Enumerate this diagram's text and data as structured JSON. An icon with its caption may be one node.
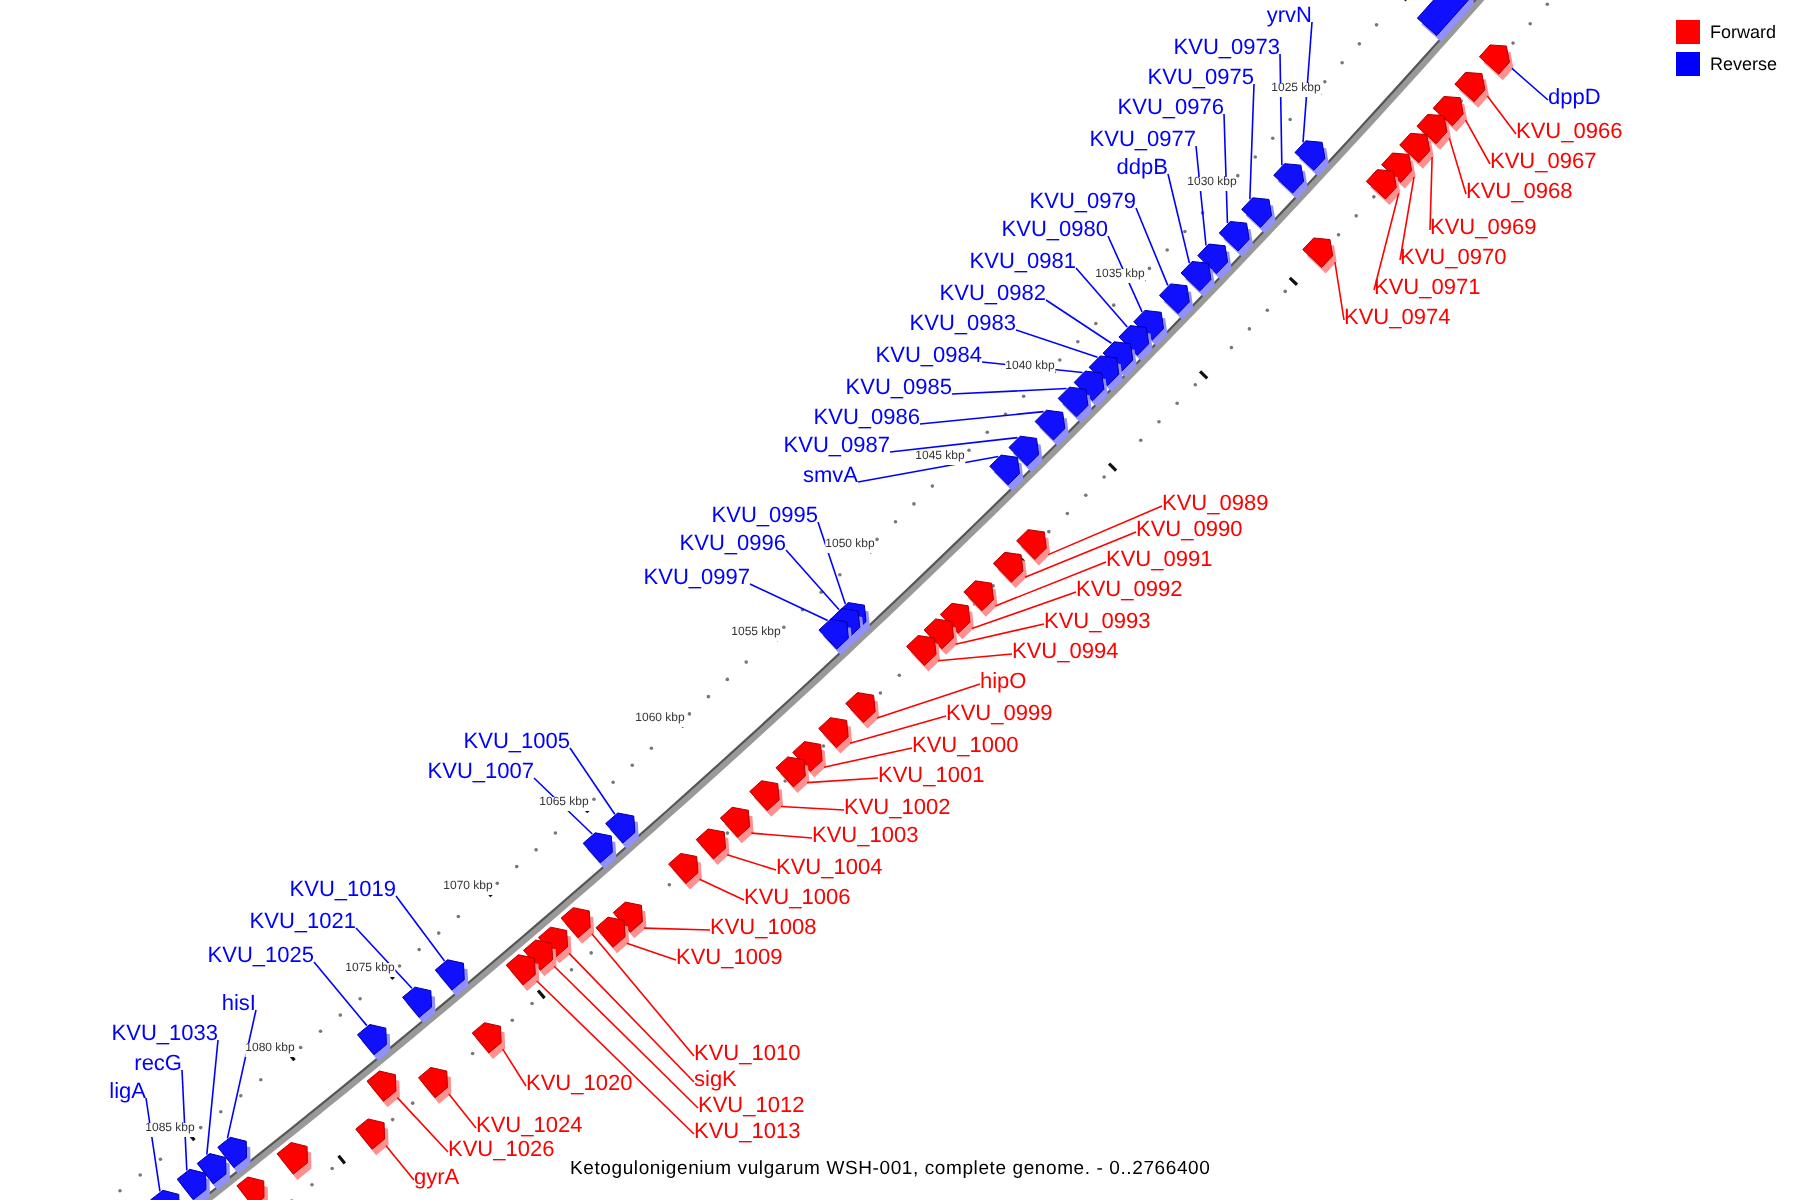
{
  "diagram": {
    "caption": "Ketogulonigenium vulgarum WSH-001, complete genome. - 0..2766400",
    "nodes": [
      {
        "text": [
          "yrvN"
        ]
      },
      {
        "text": [
          "KVU_0973"
        ]
      },
      {
        "text": [
          "KVU_0975"
        ]
      },
      {
        "text": [
          "dppD"
        ]
      },
      {
        "text": [
          "KVU_0976"
        ]
      },
      {
        "text": [
          "KVU_0966"
        ]
      },
      {
        "text": [
          "KVU_0977"
        ]
      },
      {
        "text": [
          "KVU_0967"
        ]
      },
      {
        "text": [
          "ddpB"
        ]
      },
      {
        "text": [
          "KVU_0968"
        ]
      },
      {
        "text": [
          "KVU_0979"
        ]
      },
      {
        "text": [
          "KVU_0969"
        ]
      },
      {
        "text": [
          "KVU_0980"
        ]
      },
      {
        "text": [
          "KVU_0970"
        ]
      },
      {
        "text": [
          "KVU_0981"
        ]
      },
      {
        "text": [
          "KVU_0971"
        ]
      },
      {
        "text": [
          "KVU_0982"
        ]
      },
      {
        "text": [
          "KVU_0974"
        ]
      },
      {
        "text": [
          "KVU_0983"
        ]
      },
      {
        "text": [
          "KVU_0984"
        ]
      },
      {
        "text": [
          "KVU_0985"
        ]
      },
      {
        "text": [
          "KVU_0986"
        ]
      },
      {
        "text": [
          "KVU_0987"
        ]
      },
      {
        "text": [
          "smvA"
        ]
      },
      {
        "text": [
          "KVU_0989"
        ]
      },
      {
        "text": [
          "KVU_0995"
        ]
      },
      {
        "text": [
          "KVU_0990"
        ]
      },
      {
        "text": [
          "KVU_0996"
        ]
      },
      {
        "text": [
          "KVU_0991"
        ]
      },
      {
        "text": [
          "KVU_0997"
        ]
      },
      {
        "text": [
          "KVU_0992"
        ]
      },
      {
        "text": [
          "KVU_0993"
        ]
      },
      {
        "text": [
          "KVU_0994"
        ]
      },
      {
        "text": [
          "hipO"
        ]
      },
      {
        "text": [
          "KVU_0999"
        ]
      },
      {
        "text": [
          "KVU_1005"
        ]
      },
      {
        "text": [
          "KVU_1000"
        ]
      },
      {
        "text": [
          "KVU_1007"
        ]
      },
      {
        "text": [
          "KVU_1001"
        ]
      },
      {
        "text": [
          "KVU_1002"
        ]
      },
      {
        "text": [
          "KVU_1003"
        ]
      },
      {
        "text": [
          "KVU_1004"
        ]
      },
      {
        "text": [
          "KVU_1019"
        ]
      },
      {
        "text": [
          "KVU_1006"
        ]
      },
      {
        "text": [
          "KVU_1021"
        ]
      },
      {
        "text": [
          "KVU_1008"
        ]
      },
      {
        "text": [
          "KVU_1025"
        ]
      },
      {
        "text": [
          "KVU_1009"
        ]
      },
      {
        "text": [
          "hisI"
        ]
      },
      {
        "text": [
          "KVU_1033"
        ]
      },
      {
        "text": [
          "KVU_1010"
        ]
      },
      {
        "text": [
          "recG"
        ]
      },
      {
        "text": [
          "sigK"
        ]
      },
      {
        "text": [
          "KVU_1020"
        ]
      },
      {
        "text": [
          "ligA"
        ]
      },
      {
        "text": [
          "KVU_1012"
        ]
      },
      {
        "text": [
          "KVU_1024"
        ]
      },
      {
        "text": [
          "KVU_1013"
        ]
      },
      {
        "text": [
          "KVU_1026"
        ]
      },
      {
        "text": [
          "gyrA"
        ]
      },
      {
        "text": [],
        "shape": "arrow"
      },
      {
        "text": [],
        "shape": "arrow"
      },
      {
        "text": [],
        "shape": "arrow"
      },
      {
        "text": [],
        "shape": "arrow"
      },
      {
        "text": [],
        "shape": "arrow"
      },
      {
        "text": [],
        "shape": "arrow"
      },
      {
        "text": [],
        "shape": "arrow"
      },
      {
        "text": [],
        "shape": "arrow"
      },
      {
        "text": [],
        "shape": "arrow"
      },
      {
        "text": [],
        "shape": "arrow"
      },
      {
        "text": [],
        "shape": "arrow"
      },
      {
        "text": [],
        "shape": "arrow"
      },
      {
        "text": [],
        "shape": "arrow"
      },
      {
        "text": [],
        "shape": "arrow"
      },
      {
        "text": [],
        "shape": "arrow"
      },
      {
        "text": [],
        "shape": "arrow"
      },
      {
        "text": [],
        "shape": "arrow"
      },
      {
        "text": [],
        "shape": "arrow"
      },
      {
        "text": [],
        "shape": "arrow"
      },
      {
        "text": [],
        "shape": "arrow"
      },
      {
        "text": [],
        "shape": "arrow"
      },
      {
        "text": [],
        "shape": "arrow"
      },
      {
        "text": [],
        "shape": "arrow"
      },
      {
        "text": [],
        "shape": "arrow"
      },
      {
        "text": [],
        "shape": "arrow"
      },
      {
        "text": [],
        "shape": "arrow"
      },
      {
        "text": [],
        "shape": "arrow"
      },
      {
        "text": [],
        "shape": "arrow"
      },
      {
        "text": [],
        "shape": "arrow"
      },
      {
        "text": [],
        "shape": "arrow"
      },
      {
        "text": [],
        "shape": "arrow"
      },
      {
        "text": [],
        "shape": "arrow"
      },
      {
        "text": [],
        "shape": "arrow"
      },
      {
        "text": [],
        "shape": "arrow"
      },
      {
        "text": [],
        "shape": "arrow"
      },
      {
        "text": [],
        "shape": "arrow"
      },
      {
        "text": [],
        "shape": "arrow"
      },
      {
        "text": [],
        "shape": "arrow"
      },
      {
        "text": [],
        "shape": "arrow"
      },
      {
        "text": [],
        "shape": "arrow"
      },
      {
        "text": [],
        "shape": "arrow"
      },
      {
        "text": [],
        "shape": "arrow"
      },
      {
        "text": [],
        "shape": "arrow"
      },
      {
        "text": [],
        "shape": "arrow"
      },
      {
        "text": [],
        "shape": "arrow"
      },
      {
        "text": [],
        "shape": "arrow"
      },
      {
        "text": [],
        "shape": "arrow"
      },
      {
        "text": [],
        "shape": "arrow"
      },
      {
        "text": [],
        "shape": "arrow"
      },
      {
        "text": [],
        "shape": "arrow"
      },
      {
        "text": [],
        "shape": "arrow"
      },
      {
        "text": [],
        "shape": "arrow"
      },
      {
        "text": [],
        "shape": "arrow"
      },
      {
        "text": [],
        "shape": "arrow"
      },
      {
        "text": [],
        "shape": "arrow"
      },
      {
        "text": [],
        "shape": "arrow"
      },
      {
        "text": [],
        "shape": "arrow"
      },
      {
        "text": [],
        "shape": "arrow"
      },
      {
        "text": [],
        "shape": "arrow"
      },
      {
        "text": [],
        "shape": "arrow"
      },
      {
        "text": [],
        "shape": "arrow"
      },
      {
        "text": [],
        "shape": "arrow"
      },
      {
        "text": [],
        "shape": "arrow"
      }
    ],
    "edges": [
      {
        "from": 0,
        "to": 60,
        "arrow": "none",
        "color": "#0000ff"
      },
      {
        "from": 1,
        "to": 61,
        "arrow": "none",
        "color": "#0000ff"
      },
      {
        "from": 2,
        "to": 62,
        "arrow": "none",
        "color": "#0000ff"
      },
      {
        "from": 3,
        "to": 63,
        "arrow": "none",
        "color": "#0000ff"
      },
      {
        "from": 4,
        "to": 64,
        "arrow": "none",
        "color": "#0000ff"
      },
      {
        "from": 5,
        "to": 65,
        "arrow": "none"
      },
      {
        "from": 6,
        "to": 66,
        "arrow": "none",
        "color": "#0000ff"
      },
      {
        "from": 7,
        "to": 67,
        "arrow": "none"
      },
      {
        "from": 8,
        "to": 68,
        "arrow": "none",
        "color": "#0000ff"
      },
      {
        "from": 9,
        "to": 69,
        "arrow": "none"
      },
      {
        "from": 10,
        "to": 70,
        "arrow": "none",
        "color": "#0000ff"
      },
      {
        "from": 11,
        "to": 71,
        "arrow": "none"
      },
      {
        "from": 12,
        "to": 72,
        "arrow": "none",
        "color": "#0000ff"
      },
      {
        "from": 13,
        "to": 73,
        "arrow": "none"
      },
      {
        "from": 14,
        "to": 74,
        "arrow": "none",
        "color": "#0000ff"
      },
      {
        "from": 15,
        "to": 75,
        "arrow": "none"
      },
      {
        "from": 16,
        "to": 76,
        "arrow": "none",
        "color": "#0000ff"
      },
      {
        "from": 17,
        "to": 77,
        "arrow": "none"
      },
      {
        "from": 18,
        "to": 78,
        "arrow": "none",
        "color": "#0000ff"
      },
      {
        "from": 19,
        "to": 79,
        "arrow": "none",
        "color": "#0000ff"
      },
      {
        "from": 20,
        "to": 80,
        "arrow": "none",
        "color": "#0000ff"
      },
      {
        "from": 21,
        "to": 81,
        "arrow": "none",
        "color": "#0000ff"
      },
      {
        "from": 22,
        "to": 82,
        "arrow": "none",
        "color": "#0000ff"
      },
      {
        "from": 23,
        "to": 83,
        "arrow": "none",
        "color": "#0000ff"
      },
      {
        "from": 24,
        "to": 84,
        "arrow": "none"
      },
      {
        "from": 25,
        "to": 85,
        "arrow": "none",
        "color": "#0000ff"
      },
      {
        "from": 26,
        "to": 86,
        "arrow": "none"
      },
      {
        "from": 27,
        "to": 87,
        "arrow": "none",
        "color": "#0000ff"
      },
      {
        "from": 28,
        "to": 88,
        "arrow": "none"
      },
      {
        "from": 29,
        "to": 89,
        "arrow": "none",
        "color": "#0000ff"
      },
      {
        "from": 30,
        "to": 90,
        "arrow": "none"
      },
      {
        "from": 31,
        "to": 91,
        "arrow": "none"
      },
      {
        "from": 32,
        "to": 92,
        "arrow": "none"
      },
      {
        "from": 33,
        "to": 93,
        "arrow": "none"
      },
      {
        "from": 34,
        "to": 94,
        "arrow": "none"
      },
      {
        "from": 35,
        "to": 95,
        "arrow": "none",
        "color": "#0000ff"
      },
      {
        "from": 36,
        "to": 96,
        "arrow": "none"
      },
      {
        "from": 37,
        "to": 97,
        "arrow": "none",
        "color": "#0000ff"
      },
      {
        "from": 38,
        "to": 98,
        "arrow": "none"
      },
      {
        "from": 39,
        "to": 99,
        "arrow": "none"
      },
      {
        "from": 40,
        "to": 100,
        "arrow": "none"
      },
      {
        "from": 41,
        "to": 101,
        "arrow": "none"
      },
      {
        "from": 42,
        "to": 102,
        "arrow": "none",
        "color": "#0000ff"
      },
      {
        "from": 43,
        "to": 103,
        "arrow": "none"
      },
      {
        "from": 44,
        "to": 104,
        "arrow": "none",
        "color": "#0000ff"
      },
      {
        "from": 45,
        "to": 105,
        "arrow": "none"
      },
      {
        "from": 46,
        "to": 106,
        "arrow": "none",
        "color": "#0000ff"
      },
      {
        "from": 47,
        "to": 107,
        "arrow": "none"
      },
      {
        "from": 48,
        "to": 108,
        "arrow": "none",
        "color": "#0000ff"
      },
      {
        "from": 49,
        "to": 109,
        "arrow": "none",
        "color": "#0000ff"
      },
      {
        "from": 50,
        "to": 110,
        "arrow": "none"
      },
      {
        "from": 51,
        "to": 111,
        "arrow": "none",
        "color": "#0000ff"
      },
      {
        "from": 52,
        "to": 112,
        "arrow": "none"
      },
      {
        "from": 53,
        "to": 113,
        "arrow": "none"
      },
      {
        "from": 54,
        "to": 114,
        "arrow": "none",
        "color": "#0000ff"
      },
      {
        "from": 55,
        "to": 115,
        "arrow": "none"
      },
      {
        "from": 56,
        "to": 116,
        "arrow": "none"
      },
      {
        "from": 57,
        "to": 117,
        "arrow": "none"
      },
      {
        "from": 58,
        "to": 118,
        "arrow": "none"
      },
      {
        "from": 59,
        "to": 119,
        "arrow": "none"
      }
    ],
    "labels": [
      "1025 kbp",
      "1030 kbp",
      "1035 kbp",
      "1040 kbp",
      "1045 kbp",
      "1050 kbp",
      "1055 kbp",
      "1060 kbp",
      "1065 kbp",
      "1070 kbp",
      "1075 kbp",
      "1080 kbp",
      "1085 kbp"
    ],
    "legend": [
      {
        "text": "Forward",
        "color": "#ff0000"
      },
      {
        "text": "Reverse",
        "color": "#0000ff"
      }
    ]
  }
}
